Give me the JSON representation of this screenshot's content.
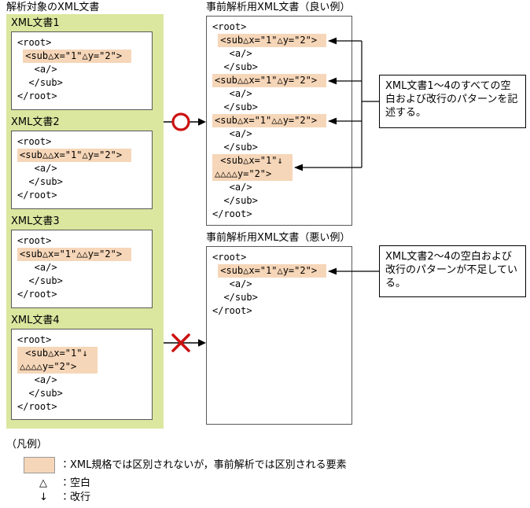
{
  "colors": {
    "highlight": "#f6d6b8",
    "panel_green": "#dbe69f",
    "mark_red": "#cc1111"
  },
  "left_panel": {
    "title": "解析対象のXML文書",
    "documents": [
      {
        "label": "XML文書1",
        "lines": [
          {
            "t": "<root>",
            "ind": 0
          },
          {
            "t": "<sub△x=\"1\"△y=\"2\">",
            "ind": 1,
            "hl": true
          },
          {
            "t": "<a/>",
            "ind": 3
          },
          {
            "t": "</sub>",
            "ind": 2
          },
          {
            "t": "</root>",
            "ind": 0
          }
        ]
      },
      {
        "label": "XML文書2",
        "lines": [
          {
            "t": "<root>",
            "ind": 0
          },
          {
            "t": "<sub△△x=\"1\"△y=\"2\">",
            "ind": 0,
            "hl": true
          },
          {
            "t": "<a/>",
            "ind": 3
          },
          {
            "t": "</sub>",
            "ind": 2
          },
          {
            "t": "</root>",
            "ind": 0
          }
        ]
      },
      {
        "label": "XML文書3",
        "lines": [
          {
            "t": "<root>",
            "ind": 0
          },
          {
            "t": "<sub△x=\"1\"△△y=\"2\">",
            "ind": 0,
            "hl": true
          },
          {
            "t": "<a/>",
            "ind": 3
          },
          {
            "t": "</sub>",
            "ind": 2
          },
          {
            "t": "</root>",
            "ind": 0
          }
        ]
      },
      {
        "label": "XML文書4",
        "lines": [
          {
            "t": "<root>",
            "ind": 0
          },
          {
            "t": "<sub△x=\"1\"↓",
            "ind": 1,
            "hl": true
          },
          {
            "t": "△△△△y=\"2\">",
            "ind": 0,
            "hl": true
          },
          {
            "t": "<a/>",
            "ind": 3
          },
          {
            "t": "</sub>",
            "ind": 2
          },
          {
            "t": "</root>",
            "ind": 0
          }
        ]
      }
    ]
  },
  "good_panel": {
    "title": "事前解析用XML文書（良い例）",
    "lines": [
      {
        "t": "<root>",
        "ind": 0
      },
      {
        "t": "<sub△x=\"1\"△y=\"2\">",
        "ind": 1,
        "hl": true
      },
      {
        "t": "<a/>",
        "ind": 3
      },
      {
        "t": "</sub>",
        "ind": 2
      },
      {
        "t": "<sub△△x=\"1\"△y=\"2\">",
        "ind": 0,
        "hl": true
      },
      {
        "t": "<a/>",
        "ind": 3
      },
      {
        "t": "</sub>",
        "ind": 2
      },
      {
        "t": "<sub△x=\"1\"△△y=\"2\">",
        "ind": 0,
        "hl": true
      },
      {
        "t": "<a/>",
        "ind": 3
      },
      {
        "t": "</sub>",
        "ind": 2
      },
      {
        "t": "<sub△x=\"1\"↓",
        "ind": 1,
        "hl": true
      },
      {
        "t": "△△△△y=\"2\">",
        "ind": 0,
        "hl": true
      },
      {
        "t": "<a/>",
        "ind": 3
      },
      {
        "t": "</sub>",
        "ind": 2
      },
      {
        "t": "</root>",
        "ind": 0
      }
    ]
  },
  "bad_panel": {
    "title": "事前解析用XML文書（悪い例）",
    "lines": [
      {
        "t": "<root>",
        "ind": 0
      },
      {
        "t": "<sub△x=\"1\"△y=\"2\">",
        "ind": 1,
        "hl": true
      },
      {
        "t": "<a/>",
        "ind": 3
      },
      {
        "t": "</sub>",
        "ind": 2
      },
      {
        "t": "</root>",
        "ind": 0
      }
    ]
  },
  "flow_marks": {
    "good": "○",
    "bad": "×"
  },
  "callouts": {
    "good": "XML文書1～4のすべての空白および改行のパターンを記述する。",
    "bad": "XML文書2～4の空白および改行のパターンが不足している。"
  },
  "legend": {
    "title": "（凡例）",
    "items": [
      {
        "symbol": "highlight-swatch",
        "text": "：XML規格では区別されないが，事前解析では区別される要素"
      },
      {
        "symbol": "△",
        "text": "：空白"
      },
      {
        "symbol": "↓",
        "text": "：改行"
      }
    ]
  }
}
